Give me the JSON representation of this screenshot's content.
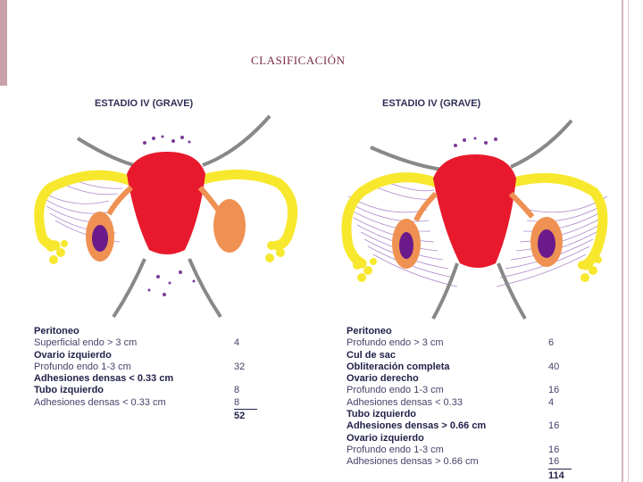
{
  "slide": {
    "title": "CLASIFICACIÓN"
  },
  "figures": [
    {
      "heading": "ESTADIO IV (GRAVE)",
      "rows": [
        {
          "label": "Peritoneo",
          "points": "",
          "style": "section"
        },
        {
          "label": "Superficial endo  > 3 cm",
          "points": "4",
          "style": "normal"
        },
        {
          "label": "Ovario izquierdo",
          "points": "",
          "style": "section"
        },
        {
          "label": "Profundo endo  1-3 cm",
          "points": "32",
          "style": "normal"
        },
        {
          "label": "Adhesiones densas < 0.33 cm",
          "points": "",
          "style": "bold"
        },
        {
          "label": "Tubo izquierdo",
          "points": "8",
          "style": "section"
        },
        {
          "label": "Adhesiones densas < 0.33 cm",
          "points": "8",
          "style": "normal"
        }
      ],
      "total": "52"
    },
    {
      "heading": "ESTADIO IV (GRAVE)",
      "rows": [
        {
          "label": "Peritoneo",
          "points": "",
          "style": "section"
        },
        {
          "label": "Profundo endo > 3 cm",
          "points": "6",
          "style": "normal"
        },
        {
          "label": "Cul de sac",
          "points": "",
          "style": "section"
        },
        {
          "label": "Obliteración completa",
          "points": "40",
          "style": "bold"
        },
        {
          "label": "Ovario derecho",
          "points": "",
          "style": "section"
        },
        {
          "label": "Profundo endo 1-3 cm",
          "points": "16",
          "style": "normal"
        },
        {
          "label": "Adhesiones densas < 0.33",
          "points": "4",
          "style": "normal"
        },
        {
          "label": "Tubo izquierdo",
          "points": "",
          "style": "section"
        },
        {
          "label": "Adhesiones densas > 0.66 cm",
          "points": "16",
          "style": "bold"
        },
        {
          "label": "Ovario izquierdo",
          "points": "",
          "style": "section"
        },
        {
          "label": "Profundo endo  1-3 cm",
          "points": "16",
          "style": "normal"
        },
        {
          "label": "Adhesiones densas > 0.66 cm",
          "points": "16",
          "style": "normal"
        }
      ],
      "total": "114"
    }
  ],
  "colors": {
    "uterus": "#e8192c",
    "tube": "#f7e82e",
    "ovary": "#ef9152",
    "endometrioma": "#6a1a8a",
    "adhesion": "#9a6cc0",
    "ligament": "#888888"
  }
}
